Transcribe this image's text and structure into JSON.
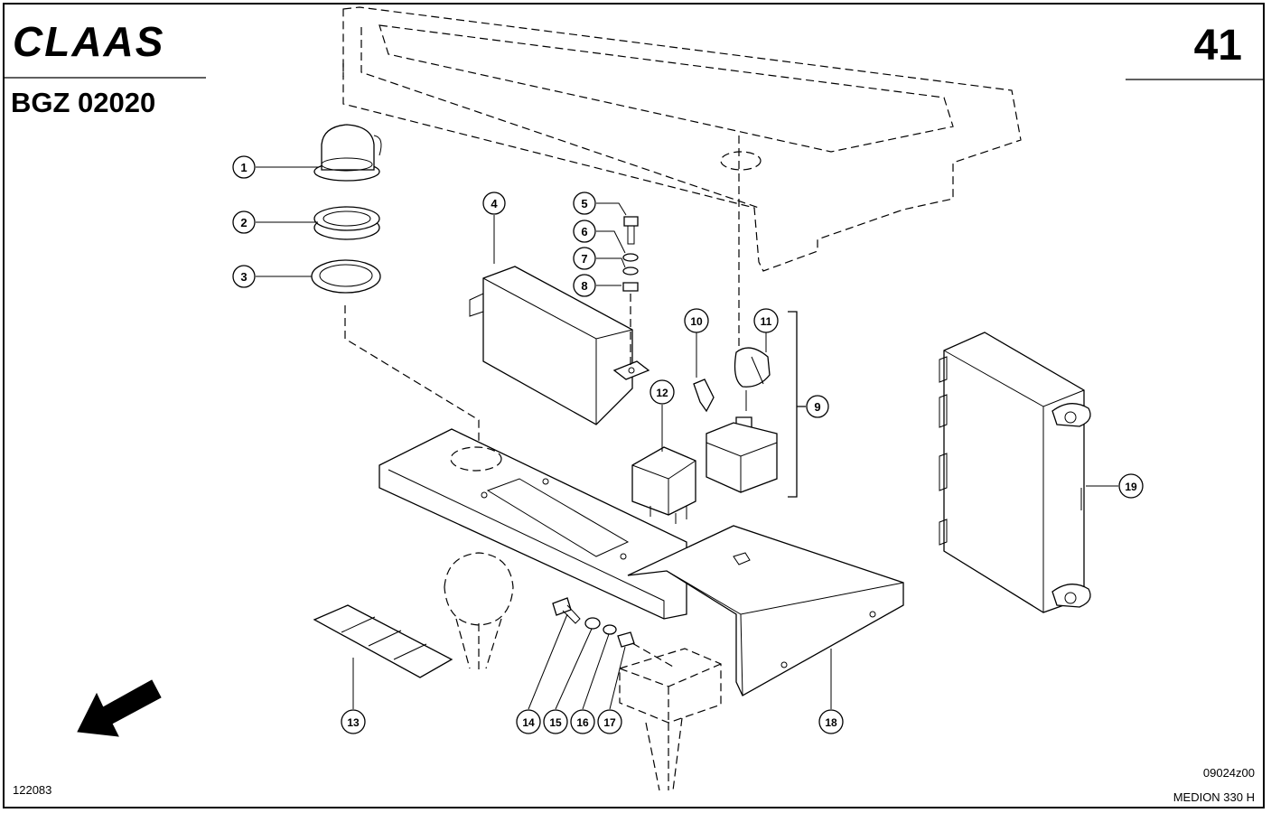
{
  "header": {
    "brand": "CLAAS",
    "group_code": "BGZ 02020",
    "page_number": "41"
  },
  "footer": {
    "drawing_id": "122083",
    "image_ref": "09024z00",
    "model": "MEDION 330 H"
  },
  "callouts": [
    "1",
    "2",
    "3",
    "4",
    "5",
    "6",
    "7",
    "8",
    "9",
    "10",
    "11",
    "12",
    "13",
    "14",
    "15",
    "16",
    "17",
    "18",
    "19"
  ]
}
